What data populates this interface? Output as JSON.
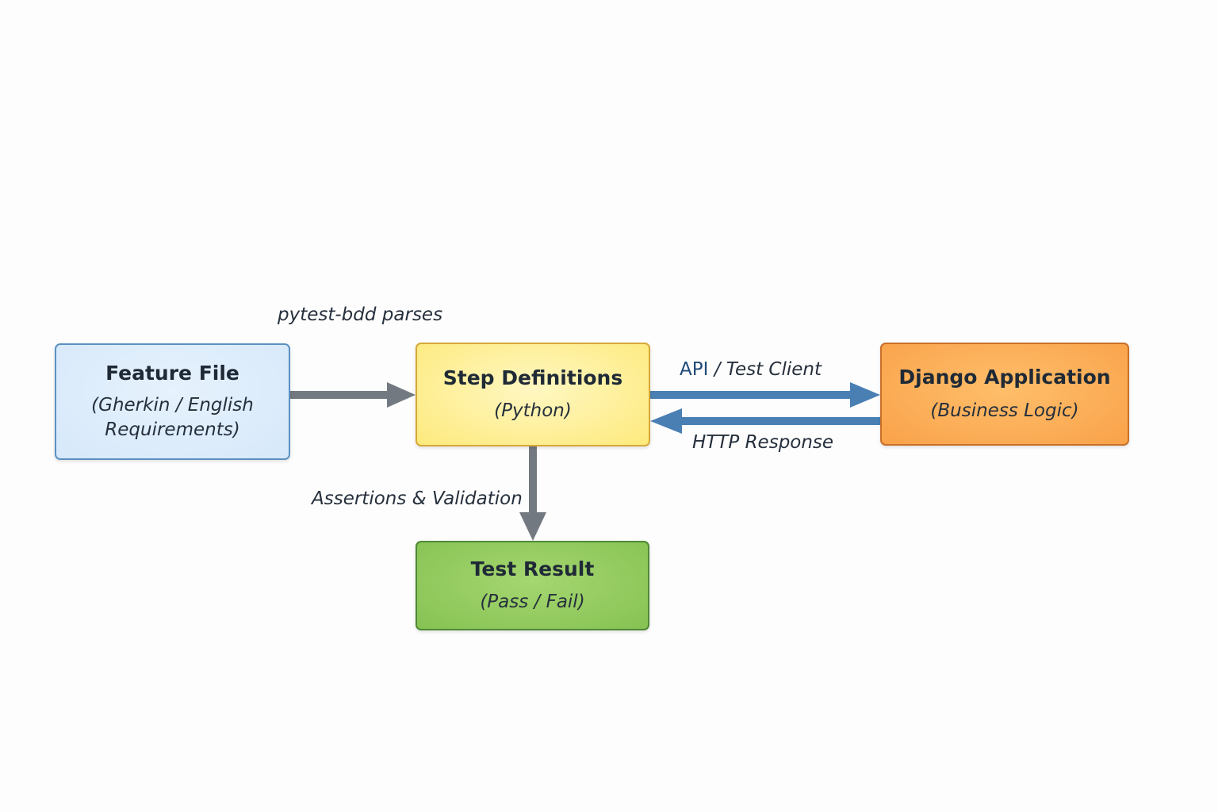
{
  "nodes": {
    "feature_file": {
      "title": "Feature File",
      "subtitle": "(Gherkin / English Requirements)"
    },
    "step_definitions": {
      "title": "Step Definitions",
      "subtitle": "(Python)"
    },
    "django_application": {
      "title": "Django Application",
      "subtitle": "(Business Logic)"
    },
    "test_result": {
      "title": "Test Result",
      "subtitle": "(Pass / Fail)"
    }
  },
  "edges": {
    "parses": {
      "label": "pytest-bdd parses"
    },
    "api_request": {
      "label_prefix": "API",
      "label_rest": " / Test Client"
    },
    "http_response": {
      "label": "HTTP Response"
    },
    "assertions": {
      "label": "Assertions & Validation"
    }
  },
  "colors": {
    "gray_arrow": "#737980",
    "blue_arrow": "#4a7fb3",
    "feature_fill": "#d6e8fa",
    "feature_border": "#5b91c2",
    "step_fill": "#fdea7c",
    "step_border": "#d8a838",
    "django_fill": "#f9a24a",
    "django_border": "#c8702a",
    "result_fill": "#86c253",
    "result_border": "#4f8a36"
  }
}
